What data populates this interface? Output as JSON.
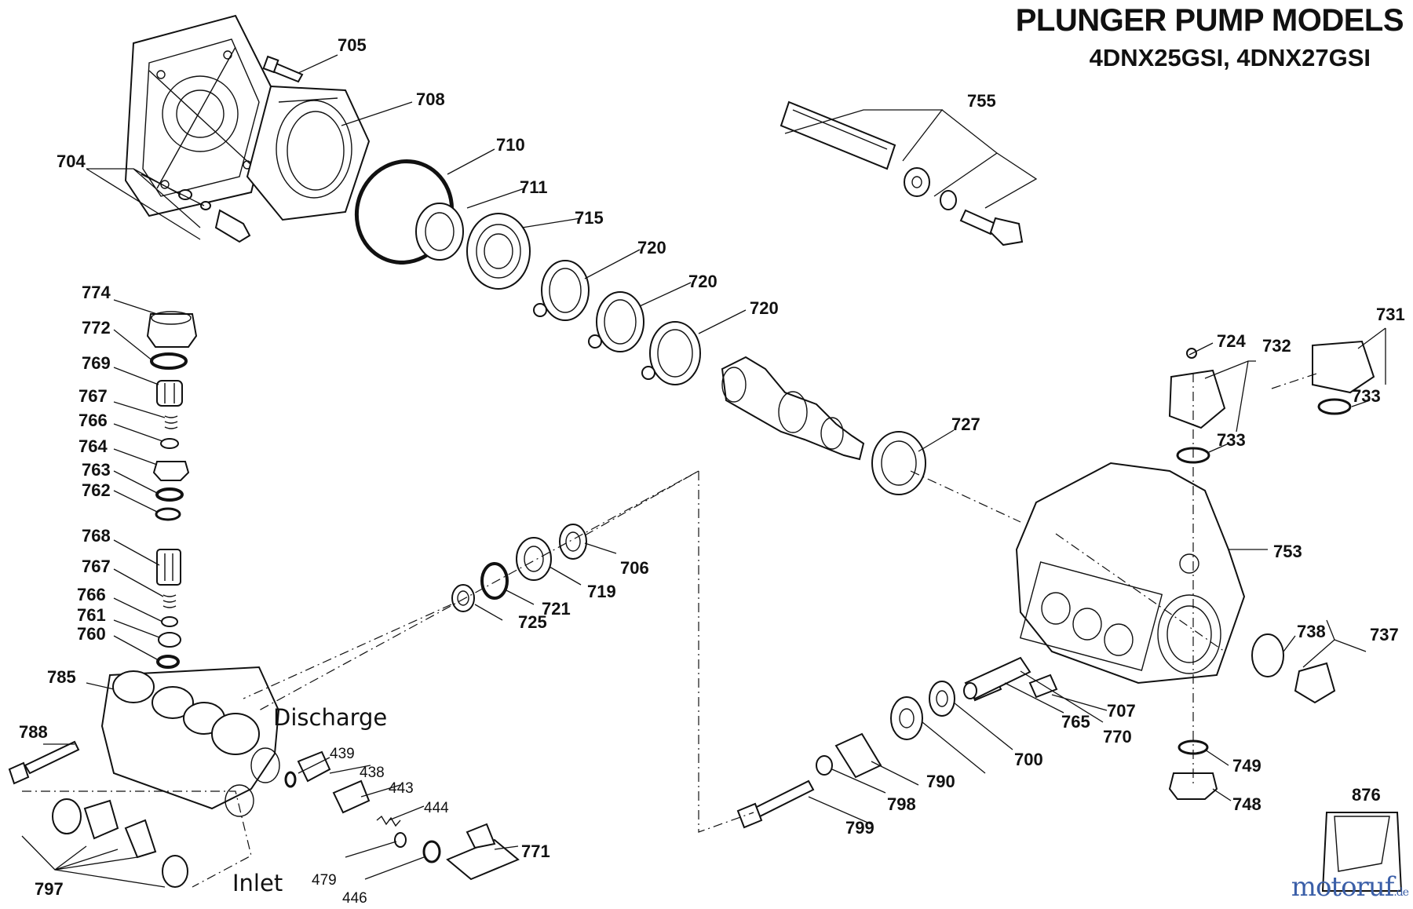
{
  "title": {
    "line1": "PLUNGER PUMP MODELS",
    "line2": "4DNX25GSI, 4DNX27GSI"
  },
  "labels": {
    "discharge": "Discharge",
    "inlet": "Inlet"
  },
  "part_numbers": {
    "p705": "705",
    "p708": "708",
    "p704": "704",
    "p710": "710",
    "p711": "711",
    "p715": "715",
    "p720a": "720",
    "p720b": "720",
    "p720c": "720",
    "p755": "755",
    "p774": "774",
    "p772": "772",
    "p769": "769",
    "p767a": "767",
    "p766a": "766",
    "p764": "764",
    "p763": "763",
    "p762": "762",
    "p768": "768",
    "p767b": "767",
    "p766b": "766",
    "p761": "761",
    "p760": "760",
    "p785": "785",
    "p788": "788",
    "p797": "797",
    "p724": "724",
    "p732": "732",
    "p731": "731",
    "p733a": "733",
    "p733b": "733",
    "p727": "727",
    "p753": "753",
    "p706": "706",
    "p719": "719",
    "p721": "721",
    "p725": "725",
    "p739": "439",
    "p438": "438",
    "p443": "443",
    "p444": "444",
    "p479": "479",
    "p446": "446",
    "p771": "771",
    "p738": "738",
    "p737": "737",
    "p707": "707",
    "p765": "765",
    "p770": "770",
    "p700": "700",
    "p790": "790",
    "p798": "798",
    "p799": "799",
    "p749": "749",
    "p748": "748",
    "p876": "876"
  },
  "watermark": {
    "main": "motoruf",
    "suffix": ".de"
  },
  "colors": {
    "ink": "#111111",
    "watermark": "#3b5fa8"
  }
}
